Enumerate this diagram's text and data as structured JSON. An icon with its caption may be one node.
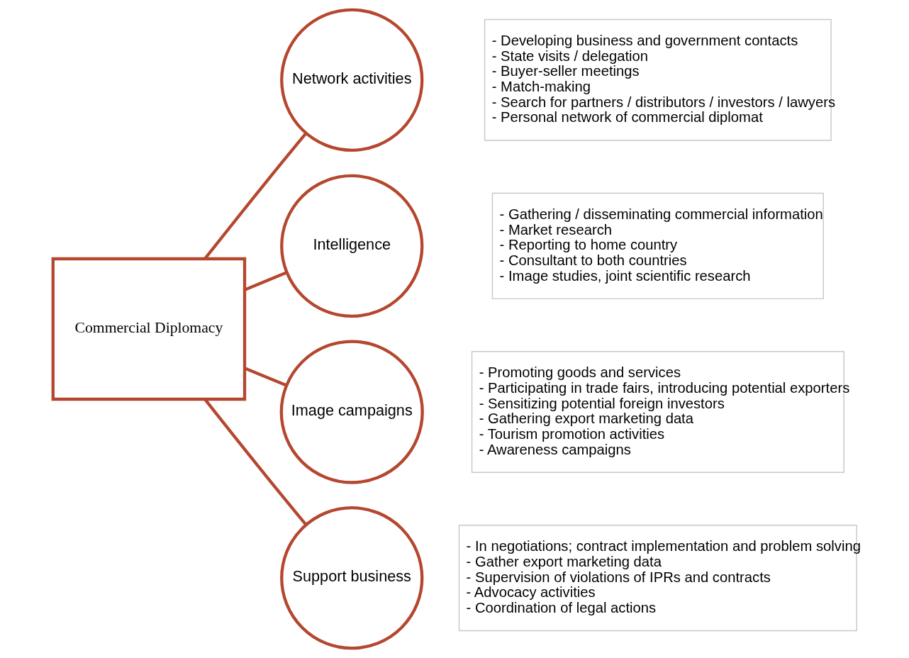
{
  "diagram": {
    "nodes": [
      {
        "text": [
          "Commercial Diplomacy"
        ]
      },
      {
        "text": [
          "Network activities"
        ]
      },
      {
        "text": [
          "Intelligence"
        ]
      },
      {
        "text": [
          "Image campaigns"
        ]
      },
      {
        "text": [
          "Support business"
        ]
      },
      {
        "text": [
          "- Developing business and government contacts",
          "- State visits / delegation",
          "- Buyer-seller meetings",
          "- Match-making",
          "- Search for partners / distributors / investors / lawyers",
          "- Personal network of commercial diplomat"
        ]
      },
      {
        "text": [
          "- Gathering / disseminating commercial information",
          "- Market research",
          "- Reporting to home country",
          "- Consultant to both countries",
          "- Image studies, joint scientific research"
        ]
      },
      {
        "text": [
          "- Promoting goods and services",
          "- Participating in trade fairs, introducing potential exporters",
          "- Sensitizing potential foreign investors",
          "- Gathering export marketing data",
          "- Tourism promotion activities",
          "- Awareness campaigns"
        ]
      },
      {
        "text": [
          "- In negotiations; contract implementation and problem solving",
          "- Gather export marketing data",
          "- Supervision of violations of IPRs and contracts",
          "- Advocacy activities",
          "- Coordination of legal actions"
        ]
      }
    ],
    "edges": [
      {
        "from": 0,
        "to": 1,
        "arrow": "none"
      },
      {
        "from": 0,
        "to": 2,
        "arrow": "none"
      },
      {
        "from": 0,
        "to": 3,
        "arrow": "none"
      },
      {
        "from": 0,
        "to": 4,
        "arrow": "none"
      }
    ]
  }
}
